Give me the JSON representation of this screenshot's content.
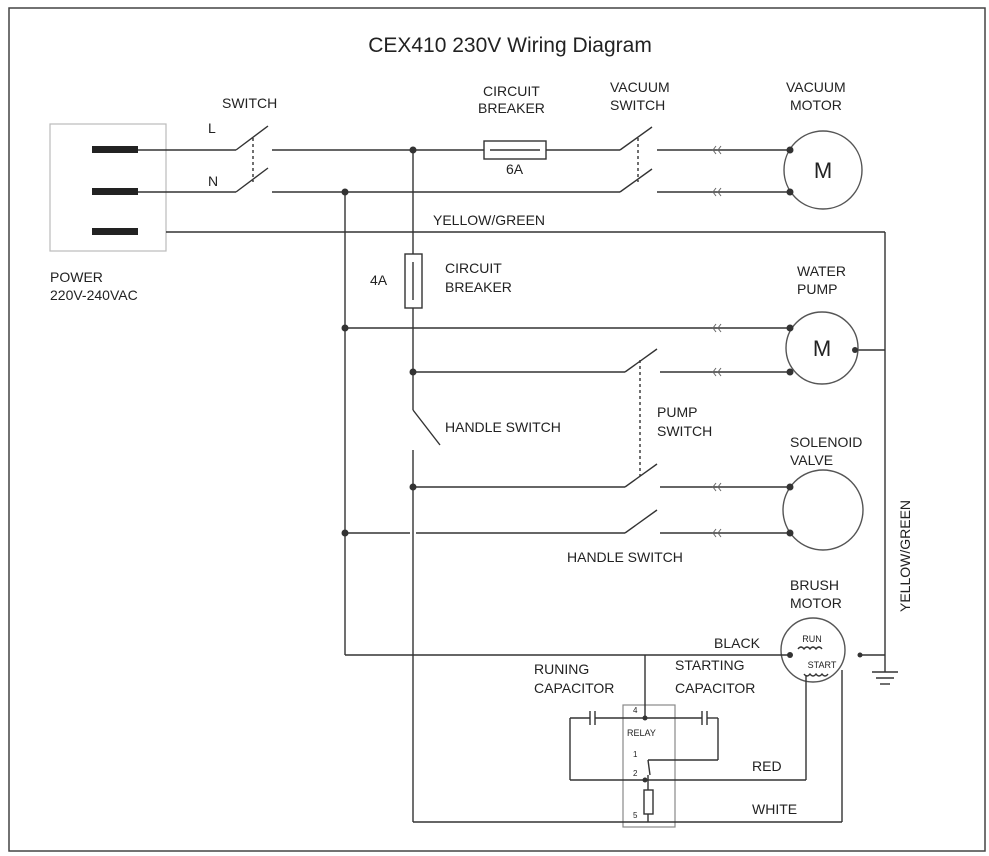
{
  "title": "CEX410 230V Wiring Diagram",
  "labels": {
    "switch": "SWITCH",
    "l": "L",
    "n": "N",
    "power_line1": "POWER",
    "power_line2": "220V-240VAC",
    "cb_top_line1": "CIRCUIT",
    "cb_top_line2": "BREAKER",
    "cb_top_rating": "6A",
    "vac_switch_line1": "VACUUM",
    "vac_switch_line2": "SWITCH",
    "vac_motor_line1": "VACUUM",
    "vac_motor_line2": "MOTOR",
    "motor_symbol": "M",
    "yellow_green": "YELLOW/GREEN",
    "cb_mid_rating": "4A",
    "cb_mid_line1": "CIRCUIT",
    "cb_mid_line2": "BREAKER",
    "water_pump_line1": "WATER",
    "water_pump_line2": "PUMP",
    "pump_motor_symbol": "M",
    "handle_switch": "HANDLE SWITCH",
    "pump_switch_line1": "PUMP",
    "pump_switch_line2": "SWITCH",
    "solenoid_line1": "SOLENOID",
    "solenoid_line2": "VALVE",
    "handle_switch_2": "HANDLE SWITCH",
    "yellow_green_vertical": "YELLOW/GREEN",
    "brush_motor_line1": "BRUSH",
    "brush_motor_line2": "MOTOR",
    "run": "RUN",
    "start": "START",
    "black": "BLACK",
    "running_cap_line1": "RUNING",
    "running_cap_line2": "CAPACITOR",
    "starting_cap_line1": "STARTING",
    "starting_cap_line2": "CAPACITOR",
    "relay": "RELAY",
    "relay_pin_4": "4",
    "relay_pin_1": "1",
    "relay_pin_2": "2",
    "relay_pin_5": "5",
    "red": "RED",
    "white": "WHITE"
  }
}
